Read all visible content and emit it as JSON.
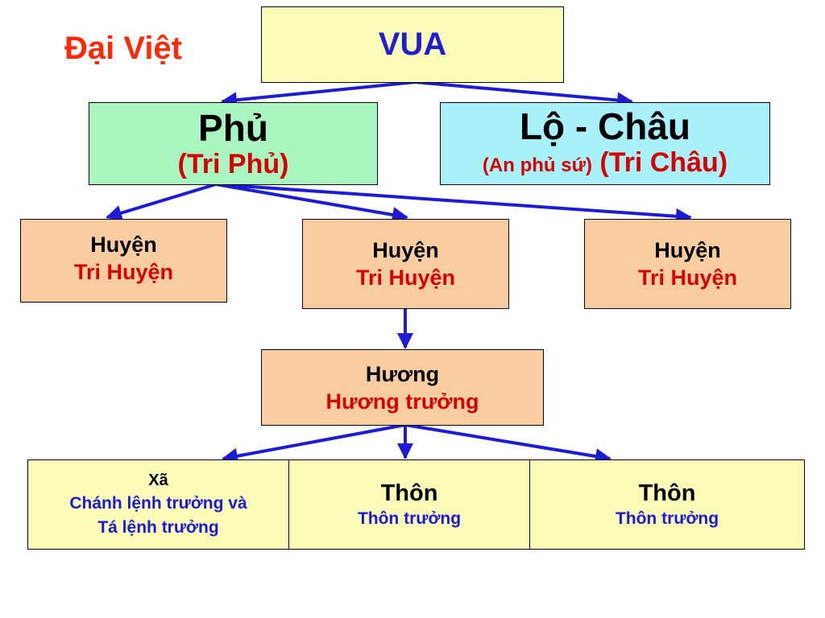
{
  "title": "Đại Việt",
  "vua": "VUA",
  "phu": {
    "name": "Phủ",
    "official": "(Tri Phủ)"
  },
  "lo_chau": {
    "name": "Lộ - Châu",
    "official_1": "(An phủ sứ)",
    "official_2": "(Tri Châu)"
  },
  "huyen": [
    {
      "name": "Huyện",
      "official": "Tri Huyện"
    },
    {
      "name": "Huyện",
      "official": "Tri Huyện"
    },
    {
      "name": "Huyện",
      "official": "Tri Huyện"
    }
  ],
  "huong": {
    "name": "Hương",
    "official": "Hương trưởng"
  },
  "xa": {
    "name": "Xã",
    "official_1": "Chánh lệnh trưởng và",
    "official_2": "Tá lệnh trưởng"
  },
  "thon": [
    {
      "name": "Thôn",
      "official": "Thôn trưởng"
    },
    {
      "name": "Thôn",
      "official": "Thôn trưởng"
    }
  ],
  "colors": {
    "arrow": "#1c1cd6",
    "title": "#ff2a0a",
    "official_red": "#d60000",
    "official_blue": "#1a1ad8",
    "box_yellow": "#fbfbb8",
    "box_green": "#a8f5c0",
    "box_cyan": "#a8f0fa",
    "box_peach": "#f9cd9f"
  }
}
